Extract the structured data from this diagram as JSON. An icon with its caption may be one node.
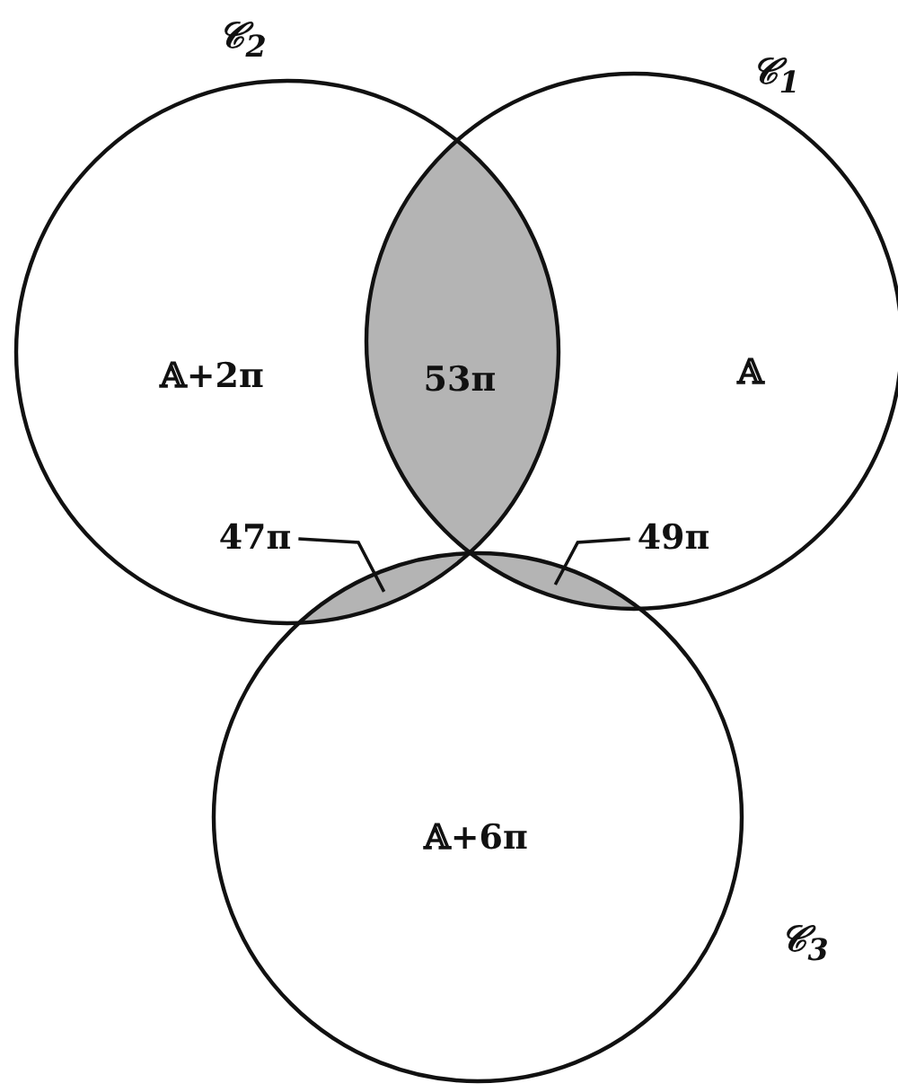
{
  "diagram": {
    "nodes": [
      {
        "text": [
          "𝒞$_{2}$",
          "𝔸+2π"
        ]
      },
      {
        "text": [
          "𝒞$_{1}$",
          "𝔸"
        ]
      },
      {
        "text": [
          "53π"
        ]
      },
      {
        "text": [
          "47π"
        ],
        "in": 0
      },
      {
        "text": [
          "49π"
        ],
        "in": 1
      },
      {
        "text": [],
        "shape": "lens"
      },
      {
        "text": [],
        "shape": "lens"
      },
      {
        "text": [
          "𝒞$_{3}$",
          "𝔸+6π"
        ]
      }
    ],
    "edges": [
      {
        "from": 3,
        "to": 5,
        "arrow": "none"
      },
      {
        "from": 4,
        "to": 6,
        "arrow": "none"
      }
    ]
  }
}
